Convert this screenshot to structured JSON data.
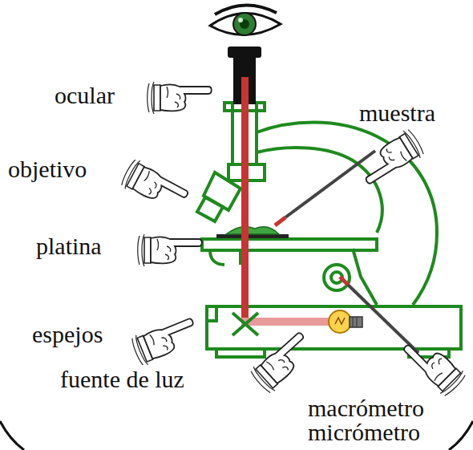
{
  "diagram": {
    "labels": [
      "ocular",
      "objetivo",
      "platina",
      "espejos",
      "fuente de luz",
      "muestra",
      "macrómetro",
      "micrómetro"
    ]
  }
}
